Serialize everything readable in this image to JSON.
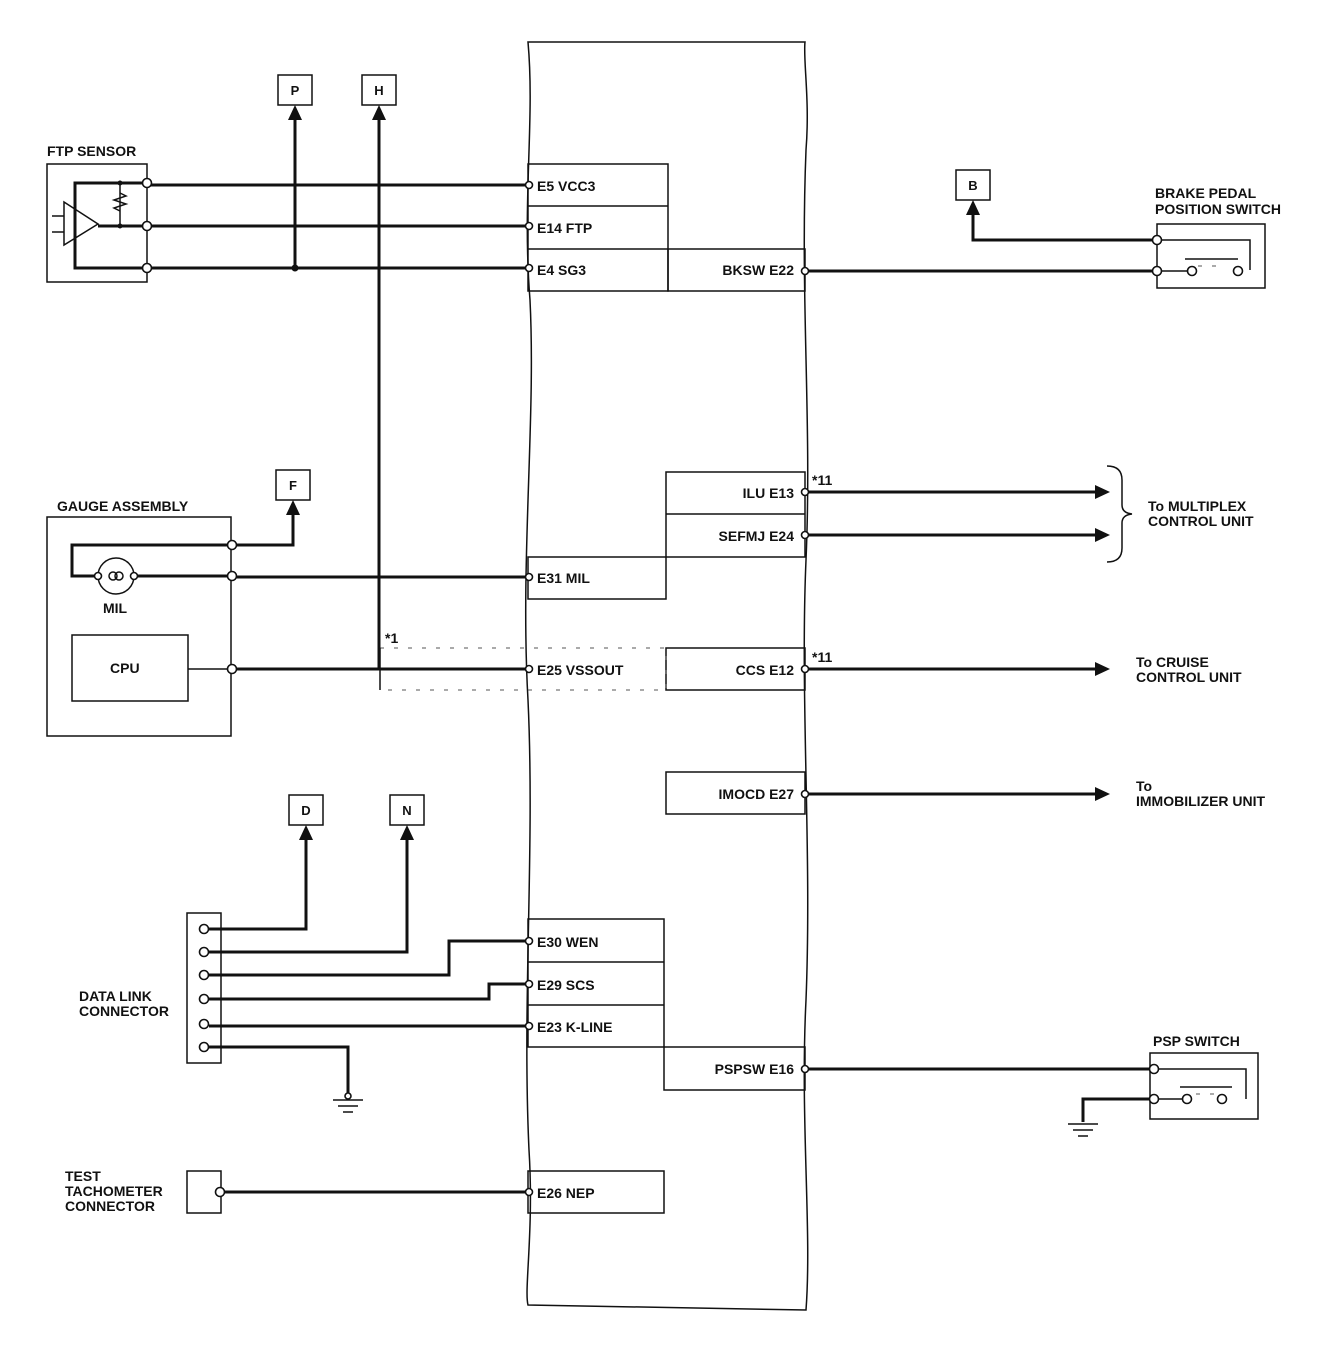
{
  "ecu_left_pins": [
    "E5 VCC3",
    "E14 FTP",
    "E4 SG3",
    "E31 MIL",
    "E25 VSSOUT",
    "E30 WEN",
    "E29 SCS",
    "E23 K-LINE",
    "E26 NEP"
  ],
  "ecu_right_pins": [
    "BKSW E22",
    "ILU E13",
    "SEFMJ E24",
    "CCS E12",
    "IMOCD E27",
    "PSPSW E16"
  ],
  "connectors": {
    "p": "P",
    "h": "H",
    "b": "B",
    "f": "F",
    "d": "D",
    "n": "N"
  },
  "components": {
    "ftp_sensor": "FTP SENSOR",
    "gauge_assembly": "GAUGE ASSEMBLY",
    "mil": "MIL",
    "cpu": "CPU",
    "data_link_connector": [
      "DATA LINK",
      "CONNECTOR"
    ],
    "test_tachometer": [
      "TEST",
      "TACHOMETER",
      "CONNECTOR"
    ],
    "brake_pedal_switch": [
      "BRAKE PEDAL",
      "POSITION SWITCH"
    ],
    "psp_switch": "PSP SWITCH"
  },
  "notes": {
    "star1": "*1",
    "star11_a": "*11",
    "star11_b": "*11"
  },
  "destinations": {
    "multiplex": [
      "To MULTIPLEX",
      "CONTROL UNIT"
    ],
    "cruise": [
      "To CRUISE",
      "CONTROL UNIT"
    ],
    "immobilizer": [
      "To",
      "IMMOBILIZER UNIT"
    ]
  }
}
